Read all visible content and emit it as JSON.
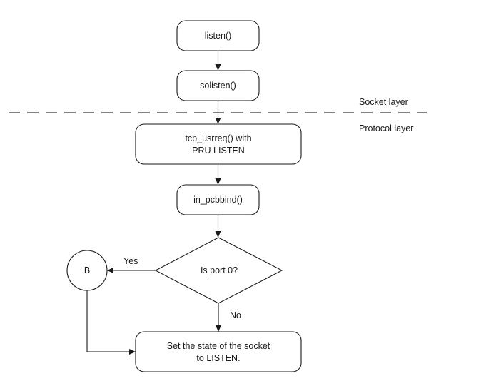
{
  "nodes": {
    "listen": "listen()",
    "solisten": "solisten()",
    "tcp_usrreq_line1": "tcp_usrreq() with",
    "tcp_usrreq_line2": "PRU LISTEN",
    "in_pcbbind": "in_pcbbind()",
    "decision": "Is port 0?",
    "connector": "B",
    "set_state_line1": "Set the state of the socket",
    "set_state_line2": "to LISTEN."
  },
  "edges": {
    "yes": "Yes",
    "no": "No"
  },
  "layers": {
    "socket": "Socket layer",
    "protocol": "Protocol layer"
  }
}
